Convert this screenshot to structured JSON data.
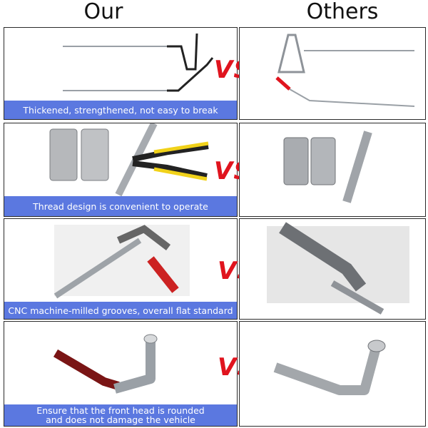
{
  "headers": {
    "our": "Our",
    "others": "Others"
  },
  "vs_label": "VS",
  "rows": [
    {
      "caption": "Thickened, strengthened, not easy to break"
    },
    {
      "caption": "Thread design is convenient to operate"
    },
    {
      "caption": "CNC machine-milled grooves, overall flat standard"
    },
    {
      "caption_line1": "Ensure that the front head is rounded",
      "caption_line2": "and does not damage the vehicle"
    }
  ],
  "colors": {
    "caption_bg": "#5b78e0",
    "vs": "#e0141e",
    "border": "#2a2a2a"
  }
}
